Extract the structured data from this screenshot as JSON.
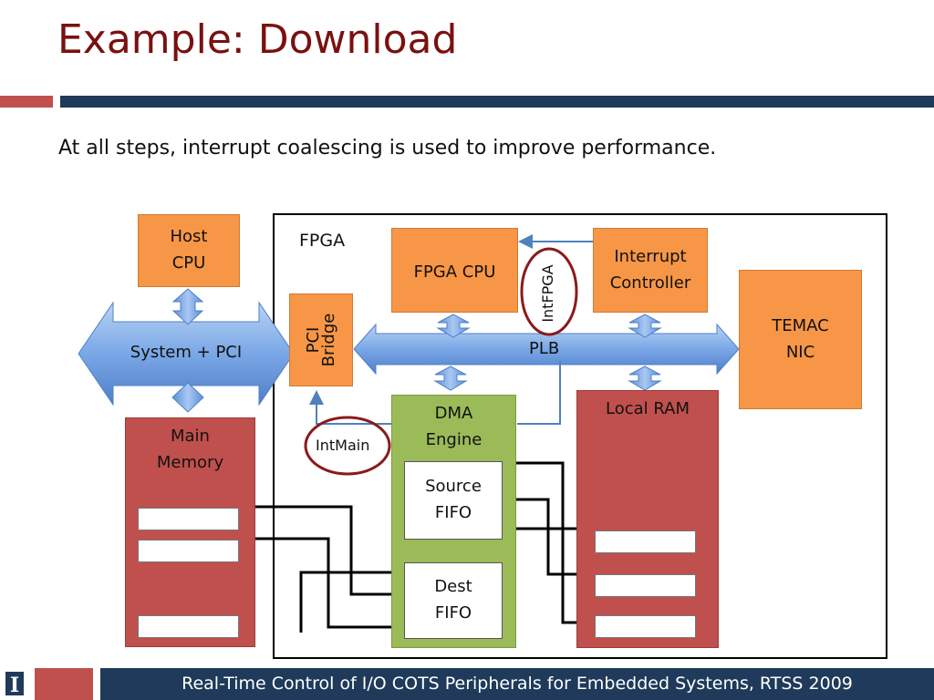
{
  "slide": {
    "title": "Example: Download",
    "subtitle": "At all steps, interrupt coalescing is used to improve performance.",
    "footer": "Real-Time Control of I/O COTS Peripherals for Embedded Systems, RTSS 2009",
    "logo_letter": "I"
  },
  "diagram": {
    "fpga_label": "FPGA",
    "host_cpu": {
      "line1": "Host",
      "line2": "CPU"
    },
    "system_pci": "System + PCI",
    "main_memory": {
      "line1": "Main",
      "line2": "Memory"
    },
    "pci_bridge": {
      "line1": "PCI",
      "line2": "Bridge"
    },
    "fpga_cpu": "FPGA CPU",
    "interrupt_controller": {
      "line1": "Interrupt",
      "line2": "Controller"
    },
    "temac_nic": {
      "line1": "TEMAC",
      "line2": "NIC"
    },
    "plb": "PLB",
    "dma_engine": {
      "line1": "DMA",
      "line2": "Engine"
    },
    "source_fifo": {
      "line1": "Source",
      "line2": "FIFO"
    },
    "dest_fifo": {
      "line1": "Dest",
      "line2": "FIFO"
    },
    "local_ram": "Local RAM",
    "int_fpga": "IntFPGA",
    "int_main": "IntMain"
  },
  "colors": {
    "title": "#7a1010",
    "accent_red": "#c0504d",
    "accent_blue": "#1f3a5a",
    "orange": "#f79646",
    "green": "#9bbb59",
    "bus_blue": "#5b8fd9",
    "arrow_blue": "#4f81bd"
  }
}
